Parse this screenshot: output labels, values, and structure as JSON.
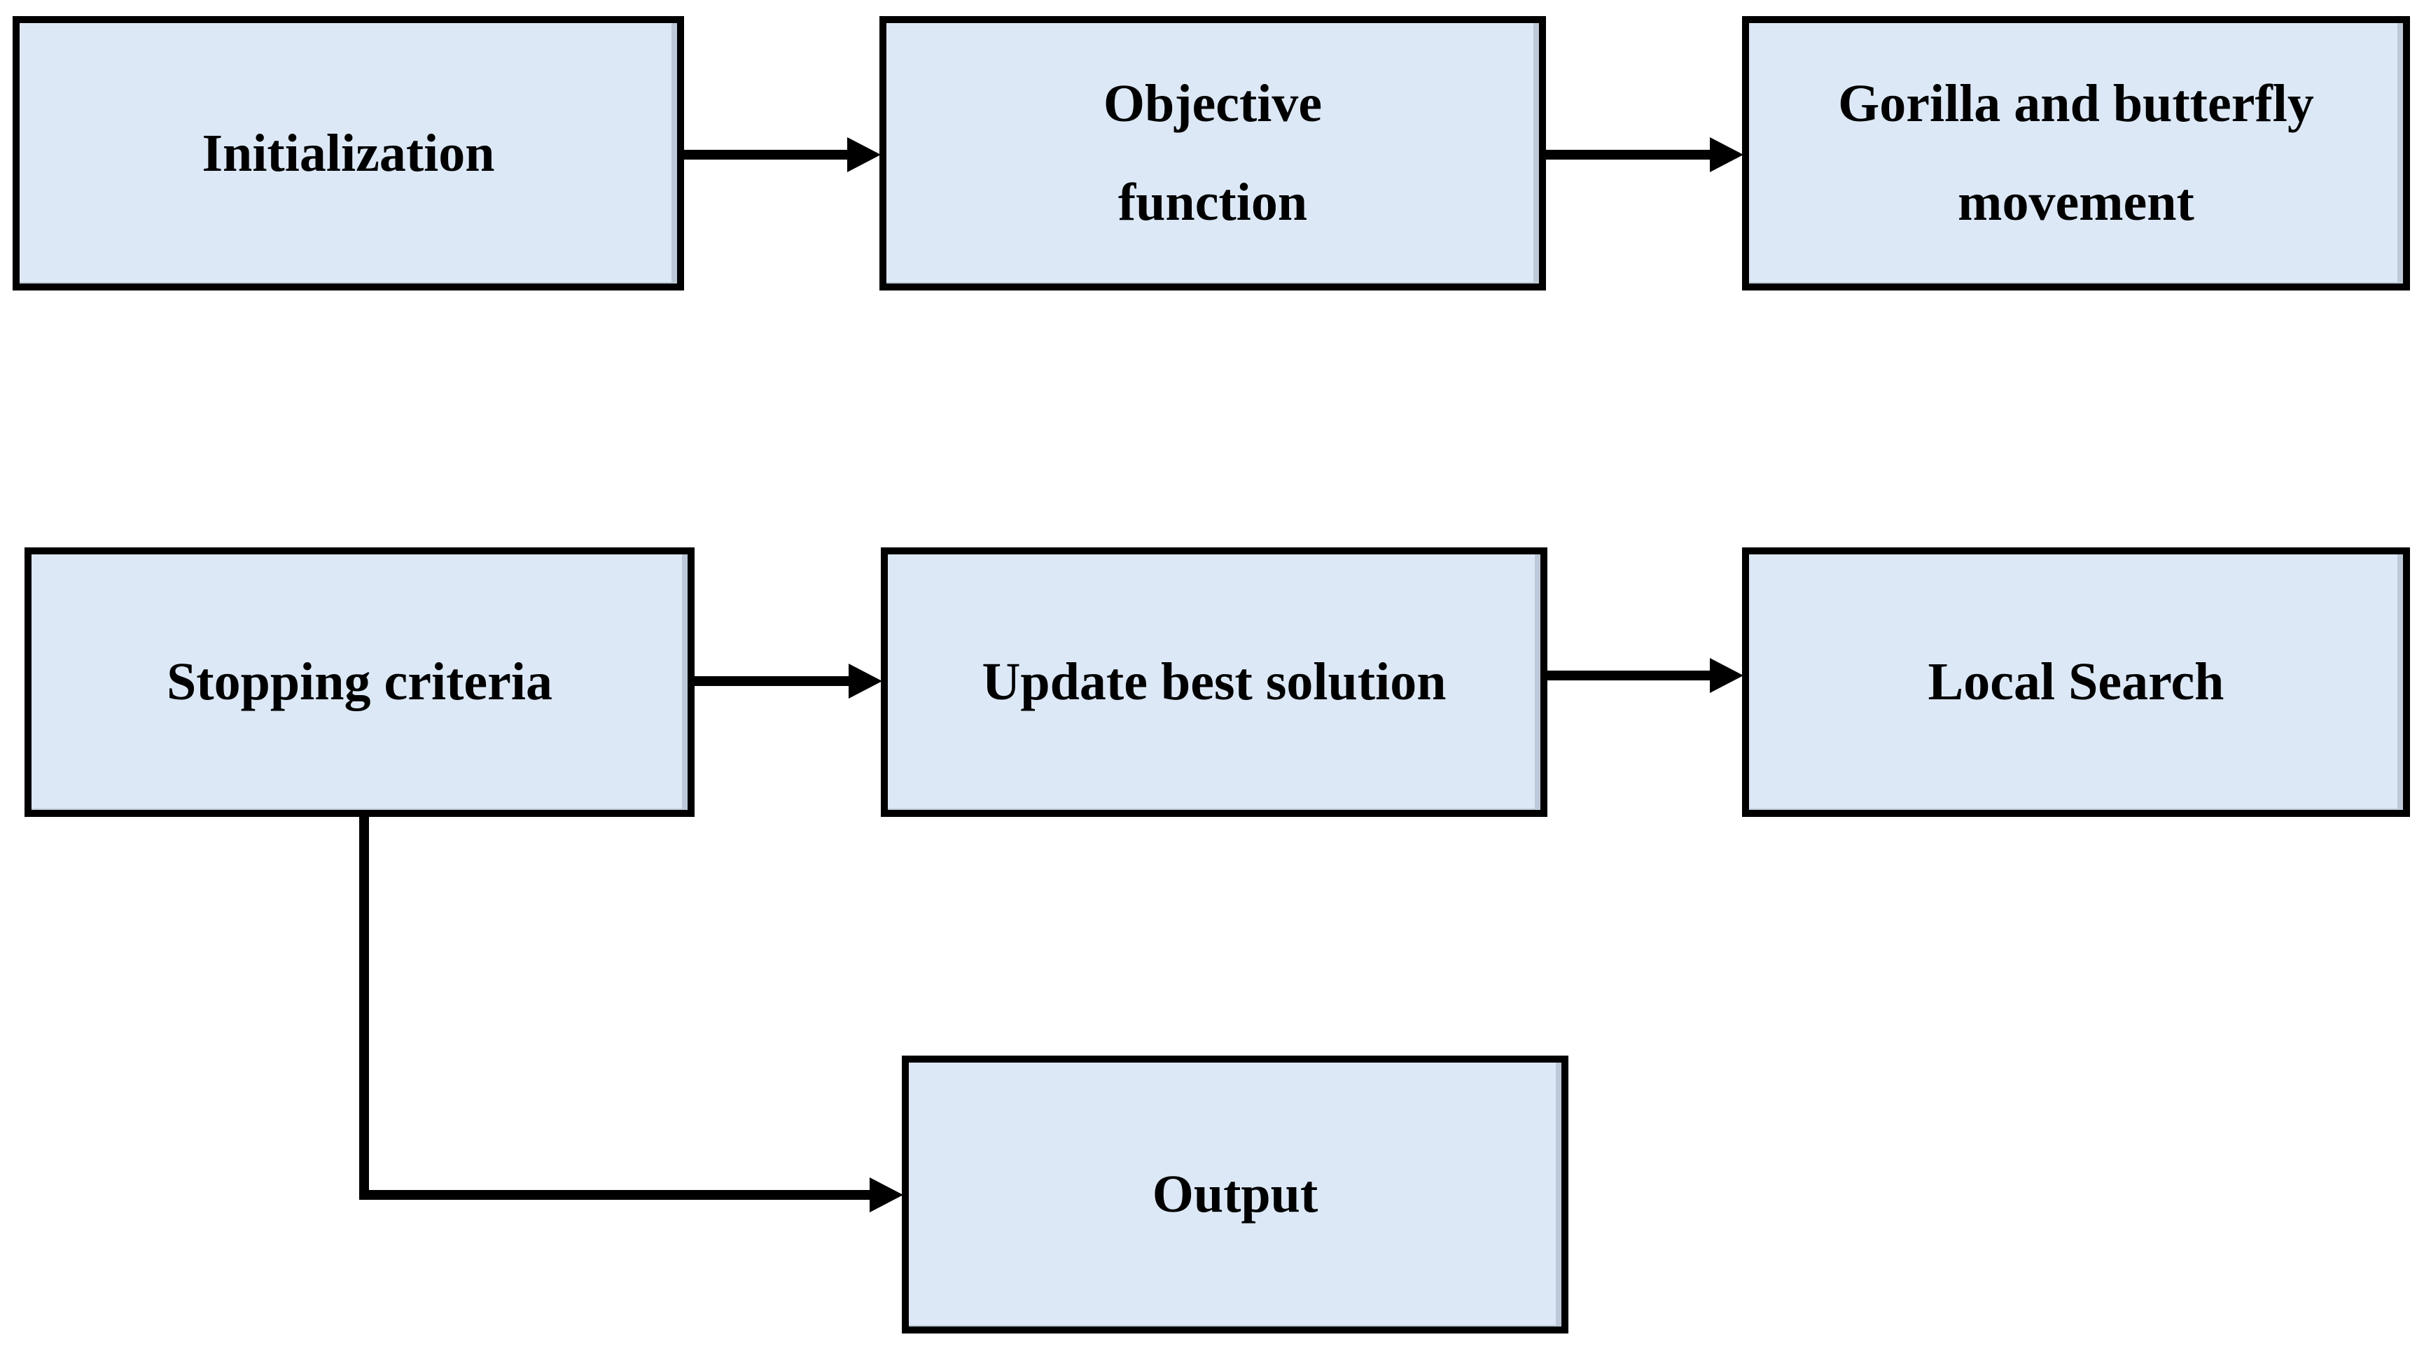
{
  "diagram": {
    "description": "Flowchart of an optimization algorithm (gorilla and butterfly based metaheuristic)",
    "nodes": [
      {
        "id": "initialization",
        "label": "Initialization"
      },
      {
        "id": "objective-function",
        "label": "Objective\nfunction"
      },
      {
        "id": "gorilla-butterfly-movement",
        "label": "Gorilla and butterfly\nmovement"
      },
      {
        "id": "stopping-criteria",
        "label": "Stopping criteria"
      },
      {
        "id": "update-best-solution",
        "label": "Update best solution"
      },
      {
        "id": "local-search",
        "label": "Local Search"
      },
      {
        "id": "output",
        "label": "Output"
      }
    ],
    "edges": [
      {
        "from": "initialization",
        "to": "objective-function",
        "style": "straight-right-arrow"
      },
      {
        "from": "objective-function",
        "to": "gorilla-butterfly-movement",
        "style": "straight-right-arrow"
      },
      {
        "from": "stopping-criteria",
        "to": "update-best-solution",
        "style": "straight-right-arrow"
      },
      {
        "from": "update-best-solution",
        "to": "local-search",
        "style": "straight-right-arrow"
      },
      {
        "from": "stopping-criteria",
        "to": "output",
        "style": "elbow-down-right-arrow"
      }
    ]
  },
  "colors": {
    "box_fill": "#dce8f6",
    "box_border": "#000000",
    "arrow": "#000000",
    "background": "#ffffff",
    "inner_shadow": "rgba(150,165,180,0.45)"
  }
}
